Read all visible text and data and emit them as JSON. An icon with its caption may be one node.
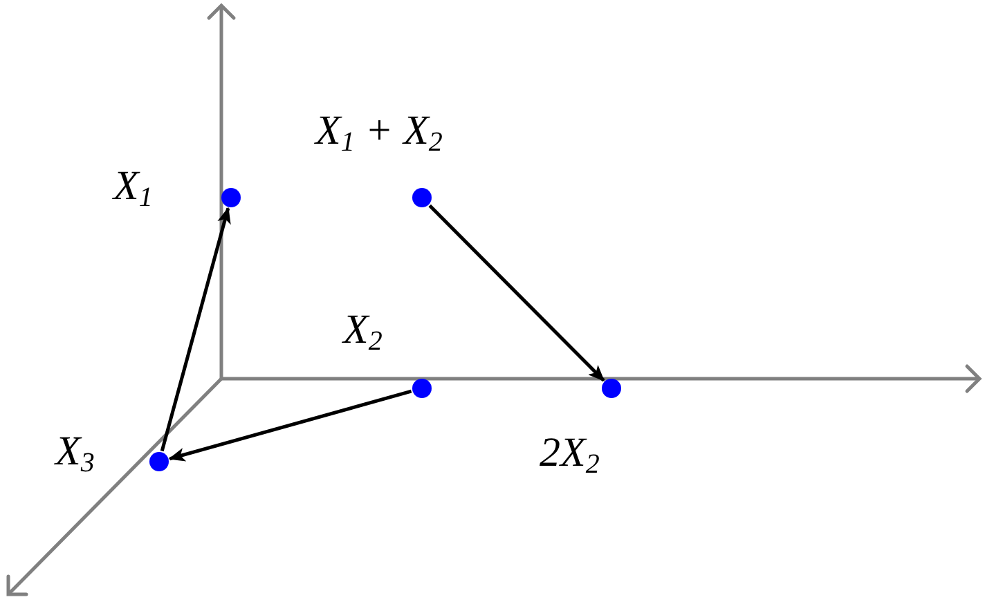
{
  "diagram": {
    "nodes": [
      {
        "text": [],
        "shape": "circle",
        "beside": [
          "X$_{1}$"
        ]
      },
      {
        "text": [],
        "shape": "circle",
        "beside": [
          "X$_{1}$ + X$_{2}$"
        ]
      },
      {
        "text": [],
        "shape": "circle",
        "beside": [
          "X$_{2}$"
        ]
      },
      {
        "text": [],
        "shape": "circle",
        "beside": [
          "2X$_{2}$"
        ]
      },
      {
        "text": [],
        "shape": "circle",
        "beside": [
          "X$_{3}$"
        ]
      }
    ],
    "edges": [
      {
        "from": 4,
        "to": 0,
        "arrow": "to"
      },
      {
        "from": 2,
        "to": 4,
        "arrow": "to"
      },
      {
        "from": 1,
        "to": 3,
        "arrow": "to"
      }
    ]
  }
}
